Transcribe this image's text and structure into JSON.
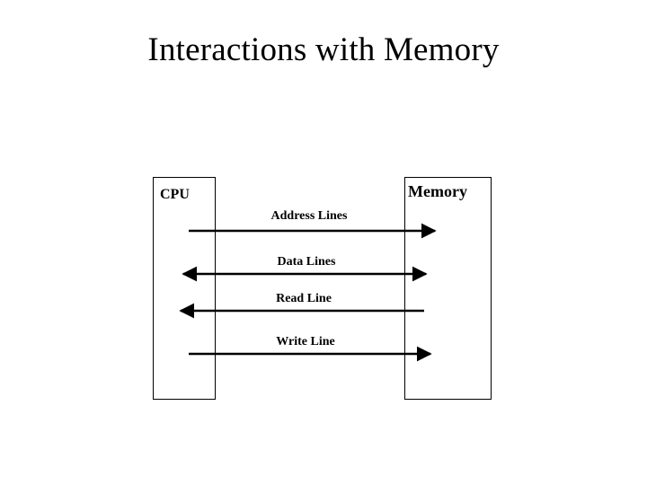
{
  "slide": {
    "title": "Interactions with Memory",
    "background_color": "#ffffff",
    "ink_color": "#000000"
  },
  "blocks": [
    {
      "id": "cpu",
      "label": "CPU"
    },
    {
      "id": "memory",
      "label": "Memory"
    }
  ],
  "buses": [
    {
      "id": "address-lines",
      "label": "Address Lines",
      "direction": "cpu-to-memory",
      "arrow_left": false,
      "arrow_right": true
    },
    {
      "id": "data-lines",
      "label": "Data Lines",
      "direction": "bidirectional",
      "arrow_left": true,
      "arrow_right": true
    },
    {
      "id": "read-line",
      "label": "Read Line",
      "direction": "memory-to-cpu",
      "arrow_left": true,
      "arrow_right": false
    },
    {
      "id": "write-line",
      "label": "Write Line",
      "direction": "cpu-to-memory",
      "arrow_left": false,
      "arrow_right": true
    }
  ]
}
